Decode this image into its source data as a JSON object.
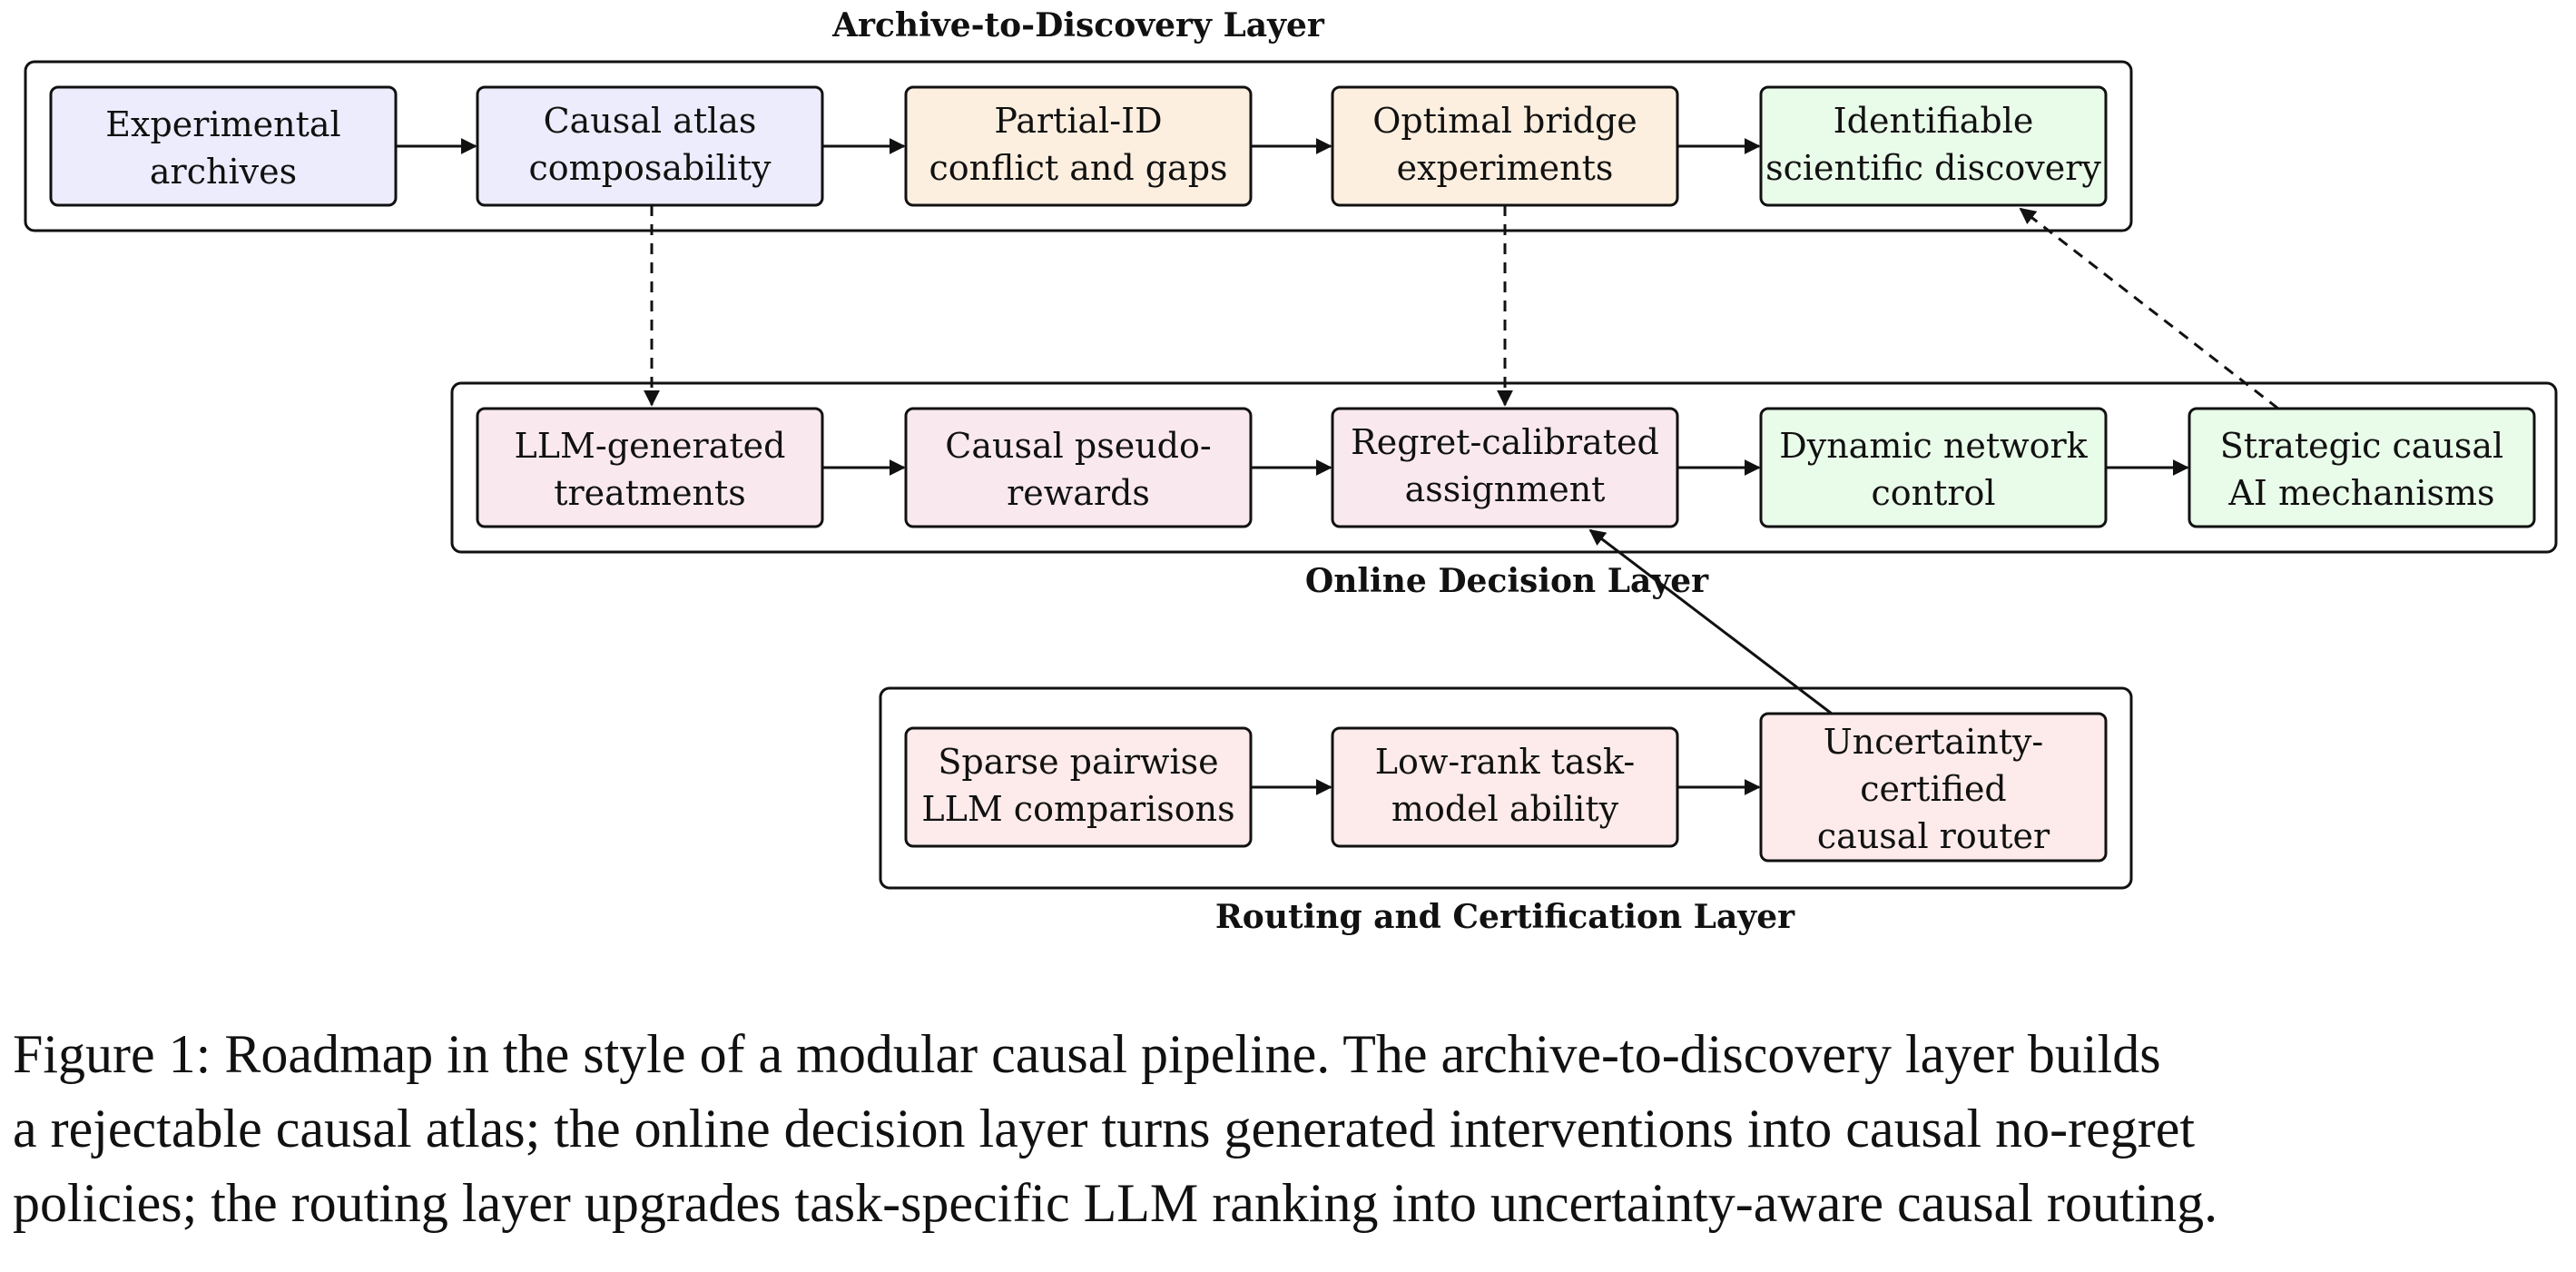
{
  "layers": {
    "archive": {
      "title": "Archive-to-Discovery Layer",
      "boxes": [
        {
          "lines": [
            "Experimental",
            "archives"
          ],
          "fill": "#ececfd"
        },
        {
          "lines": [
            "Causal atlas",
            "composability"
          ],
          "fill": "#ececfd"
        },
        {
          "lines": [
            "Partial-ID",
            "conflict and gaps"
          ],
          "fill": "#fdefdf"
        },
        {
          "lines": [
            "Optimal bridge",
            "experiments"
          ],
          "fill": "#fdefdf"
        },
        {
          "lines": [
            "Identifiable",
            "scientific discovery"
          ],
          "fill": "#e9fbe9"
        }
      ]
    },
    "online": {
      "title": "Online Decision Layer",
      "boxes": [
        {
          "lines": [
            "LLM-generated",
            "treatments"
          ],
          "fill": "#f9e9ef"
        },
        {
          "lines": [
            "Causal pseudo-",
            "rewards"
          ],
          "fill": "#f9e9ef"
        },
        {
          "lines": [
            "Regret-calibrated",
            "assignment"
          ],
          "fill": "#f9e9ef"
        },
        {
          "lines": [
            "Dynamic network",
            "control"
          ],
          "fill": "#e9fbe9"
        },
        {
          "lines": [
            "Strategic causal",
            "AI mechanisms"
          ],
          "fill": "#e9fbe9"
        }
      ]
    },
    "routing": {
      "title": "Routing and Certification Layer",
      "boxes": [
        {
          "lines": [
            "Sparse pairwise",
            "LLM comparisons"
          ],
          "fill": "#fdeaea"
        },
        {
          "lines": [
            "Low-rank task-",
            "model ability"
          ],
          "fill": "#fdeaea"
        },
        {
          "lines": [
            "Uncertainty-",
            "certified",
            "causal router"
          ],
          "fill": "#fdeaea"
        }
      ]
    }
  },
  "caption": {
    "lines": [
      "Figure 1: Roadmap in the style of a modular causal pipeline. The archive-to-discovery layer builds",
      "a rejectable causal atlas; the online decision layer turns generated interventions into causal no-regret",
      "policies; the routing layer upgrades task-specific LLM ranking into uncertainty-aware causal routing."
    ]
  }
}
